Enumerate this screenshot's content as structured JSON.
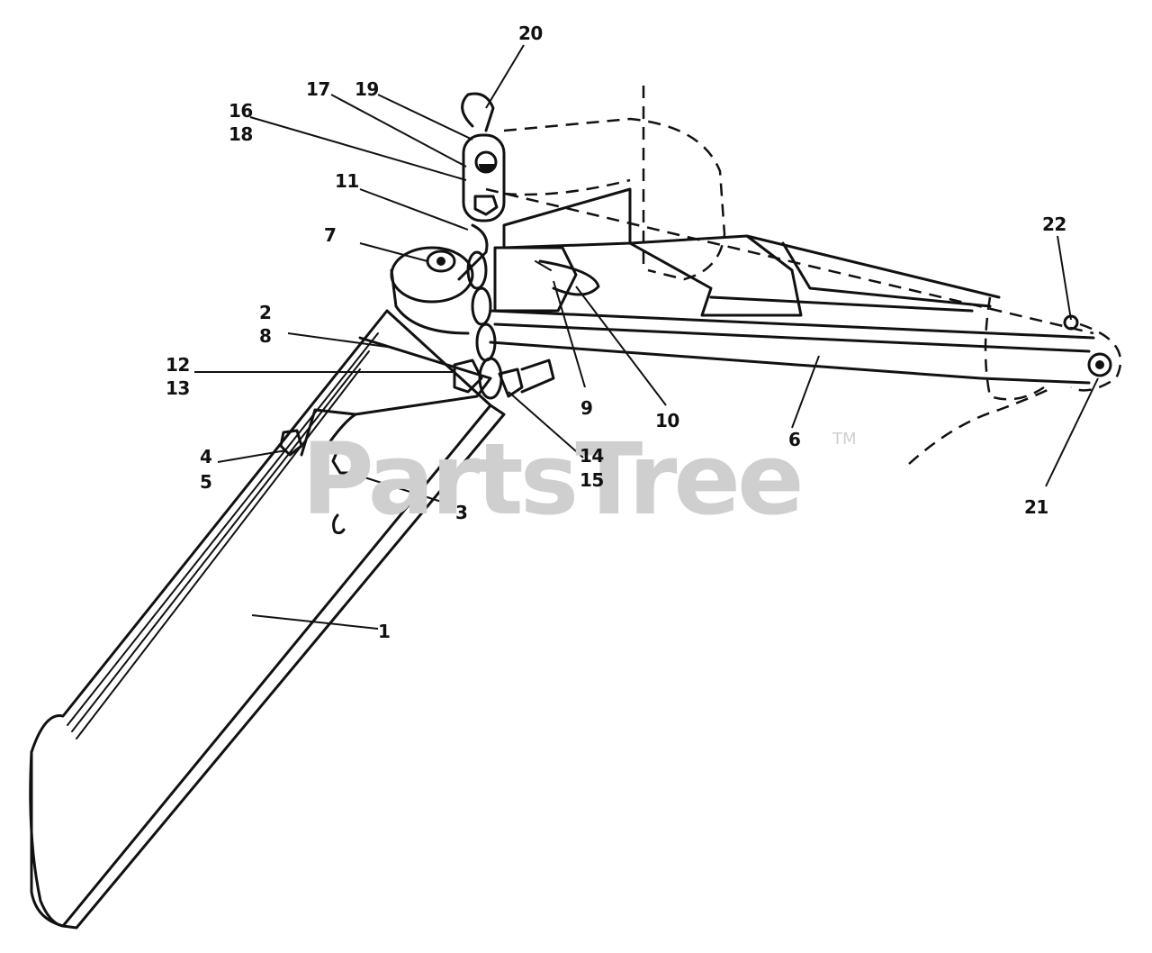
{
  "watermark": {
    "text": "PartsTree",
    "trademark": "TM"
  },
  "callouts": [
    {
      "id": "c1",
      "text": "1"
    },
    {
      "id": "c2",
      "text": "2"
    },
    {
      "id": "c8",
      "text": "8"
    },
    {
      "id": "c3",
      "text": "3"
    },
    {
      "id": "c4",
      "text": "4"
    },
    {
      "id": "c5",
      "text": "5"
    },
    {
      "id": "c6",
      "text": "6"
    },
    {
      "id": "c7",
      "text": "7"
    },
    {
      "id": "c9",
      "text": "9"
    },
    {
      "id": "c10",
      "text": "10"
    },
    {
      "id": "c11",
      "text": "11"
    },
    {
      "id": "c12",
      "text": "12"
    },
    {
      "id": "c13",
      "text": "13"
    },
    {
      "id": "c14",
      "text": "14"
    },
    {
      "id": "c15",
      "text": "15"
    },
    {
      "id": "c16",
      "text": "16"
    },
    {
      "id": "c18",
      "text": "18"
    },
    {
      "id": "c17",
      "text": "17"
    },
    {
      "id": "c19",
      "text": "19"
    },
    {
      "id": "c20",
      "text": "20"
    },
    {
      "id": "c21",
      "text": "21"
    },
    {
      "id": "c22",
      "text": "22"
    }
  ],
  "colors": {
    "ink": "#111111",
    "paper": "#ffffff",
    "watermark": "#cfcfcf"
  }
}
